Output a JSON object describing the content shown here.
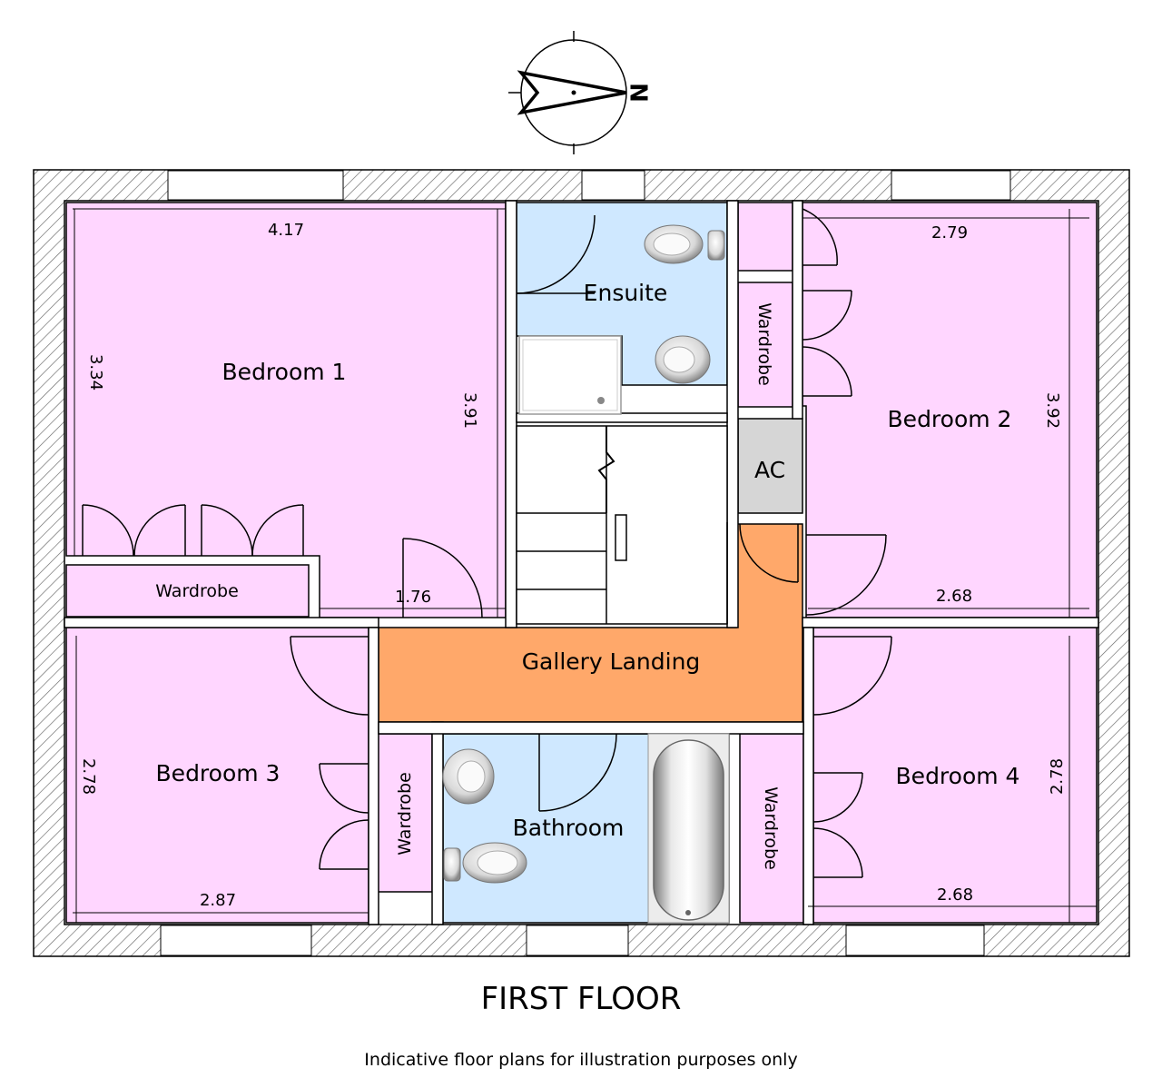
{
  "floor_title": "FIRST FLOOR",
  "disclaimer": "Indicative floor plans for illustration purposes only",
  "compass": {
    "north_label": "N"
  },
  "colors": {
    "bedroom": "#ffd6ff",
    "wet_room": "#cfe8ff",
    "landing": "#ffa86a",
    "airing_cupboard": "#d6d6d6",
    "wall_hatch": "#666666"
  },
  "rooms": {
    "bedroom1": {
      "name": "Bedroom 1",
      "width": "4.17",
      "depth_left": "3.34",
      "depth_right": "3.91",
      "wardrobe_width": "1.76",
      "wardrobe": "Wardrobe"
    },
    "bedroom2": {
      "name": "Bedroom 2",
      "width_top": "2.79",
      "depth": "3.92",
      "width_bottom": "2.68",
      "wardrobe": "Wardrobe"
    },
    "bedroom3": {
      "name": "Bedroom 3",
      "depth": "2.78",
      "width": "2.87",
      "wardrobe": "Wardrobe"
    },
    "bedroom4": {
      "name": "Bedroom 4",
      "depth": "2.78",
      "width": "2.68",
      "wardrobe": "Wardrobe"
    },
    "ensuite": {
      "name": "Ensuite"
    },
    "bathroom": {
      "name": "Bathroom"
    },
    "airing_cupboard": {
      "name": "AC"
    },
    "landing": {
      "name": "Gallery Landing"
    }
  }
}
